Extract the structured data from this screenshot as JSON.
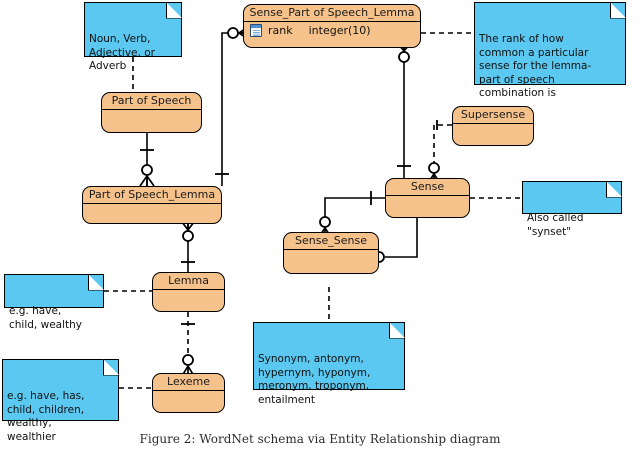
{
  "figure": {
    "caption": "Figure 2: WordNet schema via Entity Relationship diagram",
    "background_color": "#ffffff",
    "entity_fill_color": "#f6c28c",
    "note_fill_color": "#5ac8f0",
    "line_color": "#000000"
  },
  "entities": [
    {
      "id": "part-of-speech",
      "title": "Part of Speech",
      "attributes": []
    },
    {
      "id": "part-of-speech-lemma",
      "title": "Part of Speech_Lemma",
      "attributes": []
    },
    {
      "id": "sense-part-of-speech-lemma",
      "title": "Sense_Part of Speech_Lemma",
      "attributes": [
        {
          "icon": "column-attribute-icon",
          "name": "rank",
          "type": "integer(10)"
        }
      ]
    },
    {
      "id": "supersense",
      "title": "Supersense",
      "attributes": []
    },
    {
      "id": "sense",
      "title": "Sense",
      "attributes": []
    },
    {
      "id": "sense-sense",
      "title": "Sense_Sense",
      "attributes": []
    },
    {
      "id": "lemma",
      "title": "Lemma",
      "attributes": []
    },
    {
      "id": "lexeme",
      "title": "Lexeme",
      "attributes": []
    }
  ],
  "notes": [
    {
      "id": "note-part-of-speech",
      "text": "Noun, Verb,\nAdjective, or\nAdverb",
      "attached_to": "part-of-speech"
    },
    {
      "id": "note-rank",
      "text": "The rank of how\ncommon a particular\nsense for the lemma-\npart of speech\ncombination is",
      "attached_to": "sense-part-of-speech-lemma"
    },
    {
      "id": "note-synset",
      "text": "Also called\n\"synset\"",
      "attached_to": "sense"
    },
    {
      "id": "note-sense-sense",
      "text": "Synonym, antonym,\nhypernym, hyponym,\nmeronym, troponym,\nentailment",
      "attached_to": "sense-sense"
    },
    {
      "id": "note-lemma",
      "text": "e.g. have,\nchild, wealthy",
      "attached_to": "lemma"
    },
    {
      "id": "note-lexeme",
      "text": "e.g. have, has,\nchild, children,\nwealthy,\nwealthier",
      "attached_to": "lexeme"
    }
  ],
  "relationships": [
    {
      "id": "rel-pos-posl",
      "from": "part-of-speech",
      "to": "part-of-speech-lemma",
      "from_cardinality": "one",
      "to_cardinality": "zero-or-many"
    },
    {
      "id": "rel-posl-spsl",
      "from": "part-of-speech-lemma",
      "to": "sense-part-of-speech-lemma",
      "from_cardinality": "one",
      "to_cardinality": "zero-or-many"
    },
    {
      "id": "rel-spsl-sense",
      "from": "sense-part-of-speech-lemma",
      "to": "sense",
      "from_cardinality": "zero-or-many",
      "to_cardinality": "one"
    },
    {
      "id": "rel-posl-lemma",
      "from": "lemma",
      "to": "part-of-speech-lemma",
      "from_cardinality": "one",
      "to_cardinality": "zero-or-many"
    },
    {
      "id": "rel-sense-super",
      "from": "supersense",
      "to": "sense",
      "from_cardinality": "one",
      "to_cardinality": "zero-or-many"
    },
    {
      "id": "rel-sense-ss-a",
      "from": "sense",
      "to": "sense-sense",
      "from_cardinality": "one",
      "to_cardinality": "zero-or-many"
    },
    {
      "id": "rel-sense-ss-b",
      "from": "sense",
      "to": "sense-sense",
      "from_cardinality": "one",
      "to_cardinality": "zero-or-many"
    },
    {
      "id": "rel-lemma-lex",
      "from": "lemma",
      "to": "lexeme",
      "from_cardinality": "one",
      "to_cardinality": "zero-or-many"
    }
  ]
}
